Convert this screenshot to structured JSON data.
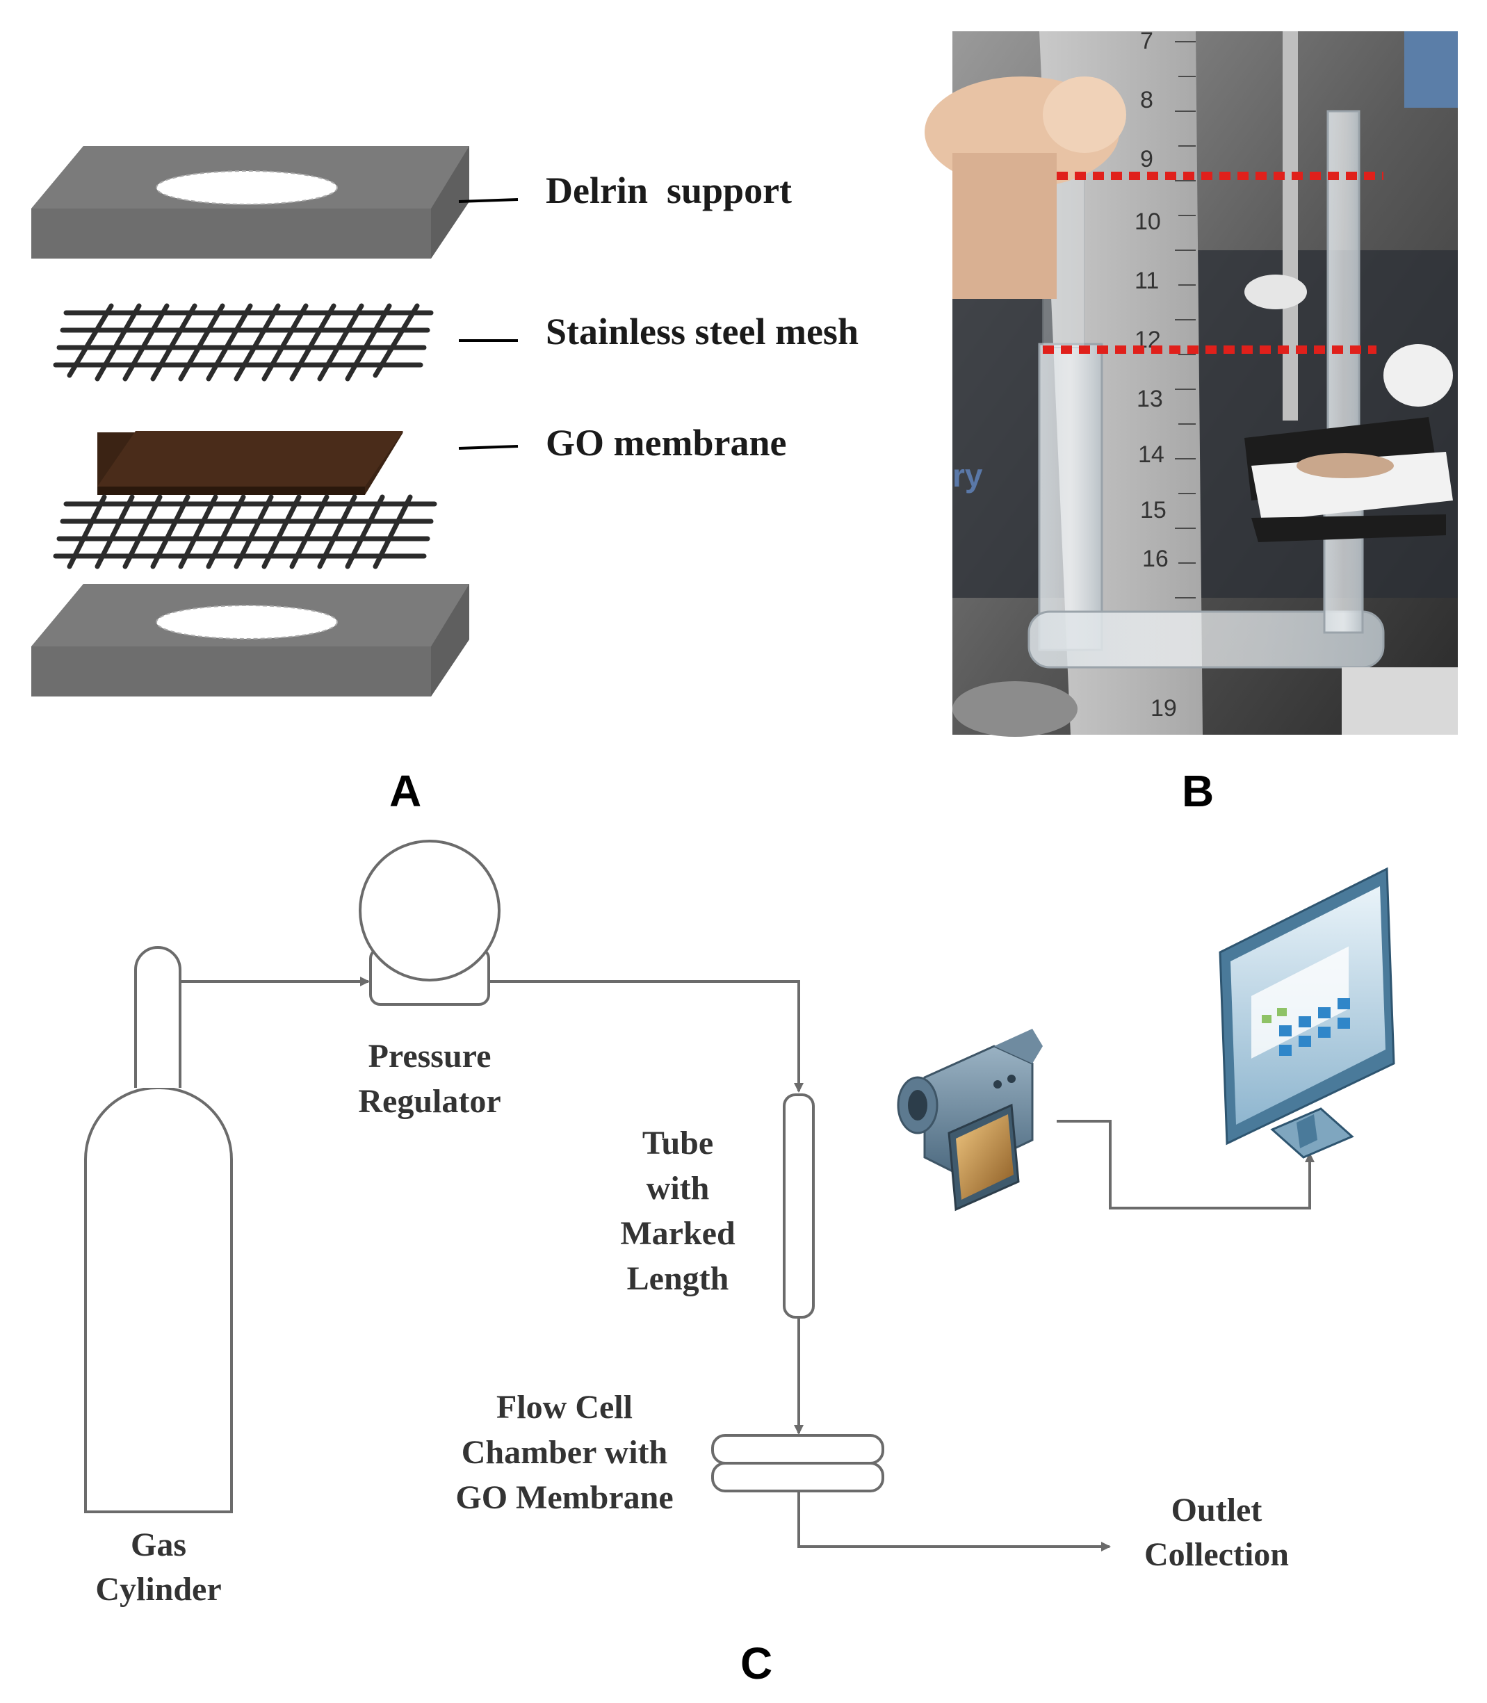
{
  "panels": {
    "a": "A",
    "b": "B",
    "c": "C"
  },
  "panel_a": {
    "layers": {
      "delrin": "Delrin  support",
      "mesh": "Stainless steel mesh",
      "go": "GO membrane"
    }
  },
  "panel_b": {
    "ruler_ticks": [
      "7",
      "8",
      "9",
      "10",
      "11",
      "12",
      "13",
      "14",
      "15",
      "16",
      "19"
    ],
    "brand_fragment": "ry"
  },
  "panel_c": {
    "gas_cylinder": [
      "Gas",
      "Cylinder"
    ],
    "pressure_regulator": [
      "Pressure",
      "Regulator"
    ],
    "tube": [
      "Tube",
      "with",
      "Marked",
      "Length"
    ],
    "flow_cell": [
      "Flow Cell",
      "Chamber with",
      "GO Membrane"
    ],
    "outlet": [
      "Outlet",
      "Collection"
    ]
  },
  "colors": {
    "support_gray": "#7a7a7a",
    "go_brown": "#3b2314",
    "mesh_dark": "#2b2b2b",
    "marker_red": "#e0201b",
    "flow_line": "#6b6b6b"
  }
}
